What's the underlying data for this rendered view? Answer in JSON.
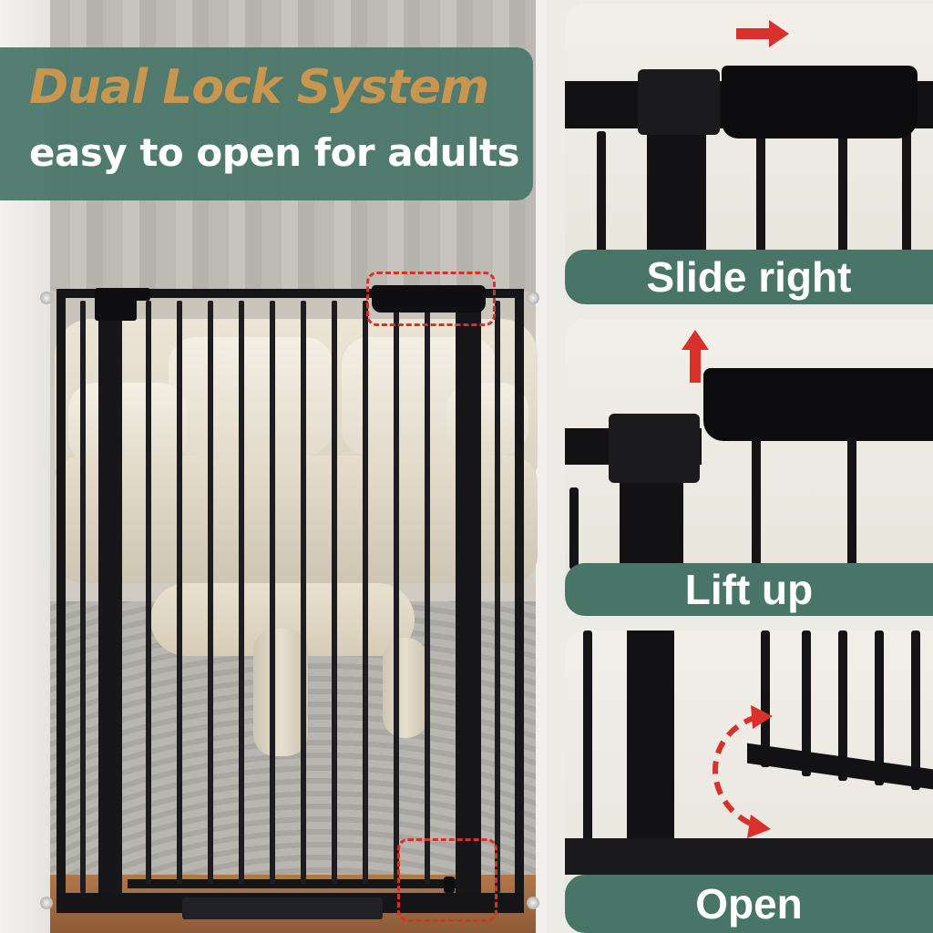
{
  "headline": {
    "title": "Dual Lock System",
    "subtitle": "easy to open for adults"
  },
  "panels": [
    {
      "caption": "Slide right",
      "arrow": "arrow-right-icon"
    },
    {
      "caption": "Lift up",
      "arrow": "arrow-up-icon"
    },
    {
      "caption": "Open",
      "arrow": "curved-double-arrow-icon"
    }
  ],
  "colors": {
    "panel_green": "#487568",
    "headline_gold": "#c8964e",
    "highlight_red": "#d9302b",
    "gate_black": "#17171a"
  }
}
